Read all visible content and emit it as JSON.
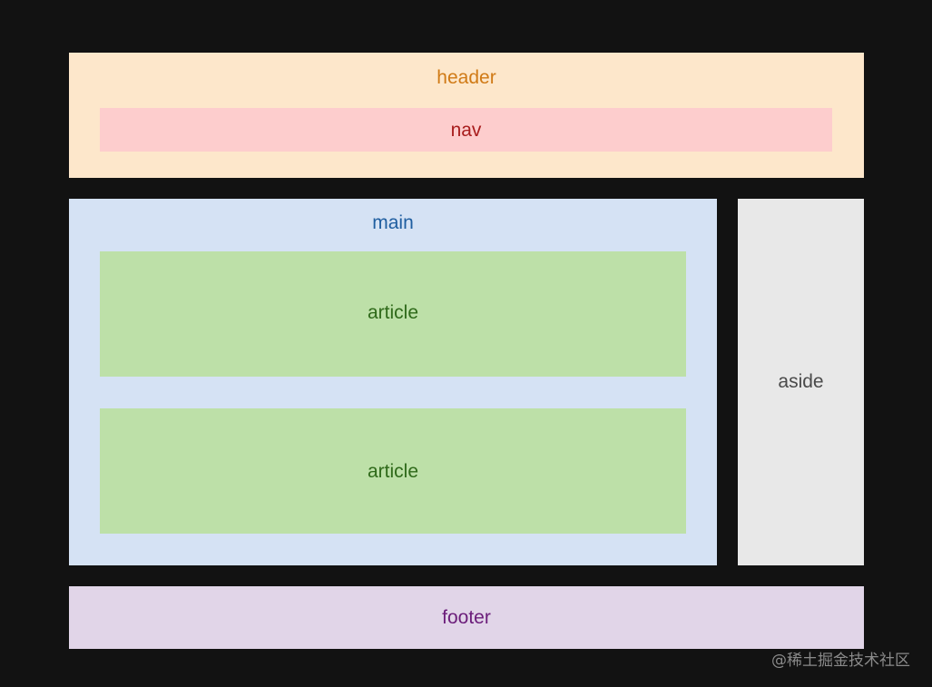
{
  "diagram": {
    "header": {
      "label": "header",
      "bg": "#fde7cb",
      "fg": "#d07a16"
    },
    "nav": {
      "label": "nav",
      "bg": "#fdcdcd",
      "fg": "#a81d1d"
    },
    "main": {
      "label": "main",
      "bg": "#d5e2f4",
      "fg": "#1f5ea0"
    },
    "articles": [
      {
        "label": "article",
        "bg": "#bde0a8",
        "fg": "#2f6a1a"
      },
      {
        "label": "article",
        "bg": "#bde0a8",
        "fg": "#2f6a1a"
      }
    ],
    "aside": {
      "label": "aside",
      "bg": "#e8e8e8",
      "fg": "#4a4a4a"
    },
    "footer": {
      "label": "footer",
      "bg": "#e1d5e8",
      "fg": "#6b1d7a"
    }
  },
  "credit": "@稀土掘金技术社区",
  "background": "#121212"
}
